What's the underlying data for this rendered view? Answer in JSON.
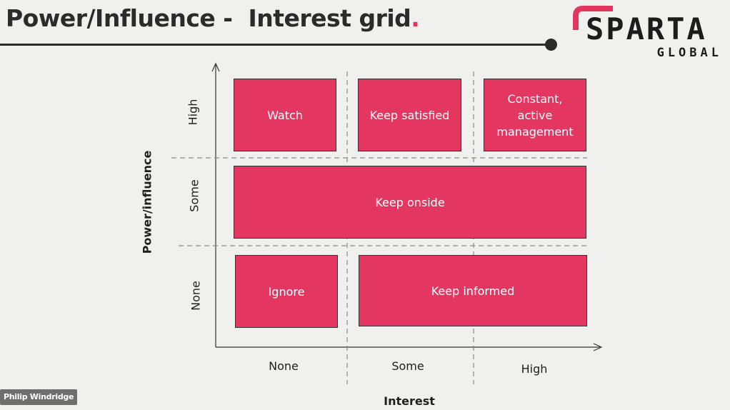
{
  "slide": {
    "title": "Power/Influence -  Interest grid",
    "title_dot": ".",
    "accent_color": "#e2365f"
  },
  "logo": {
    "word": "SPARTA",
    "sub": "GLOBAL",
    "icon": "sparta-arc-mark"
  },
  "grid": {
    "y_axis_label": "Power/influence",
    "x_axis_label": "Interest",
    "y_levels": [
      "High",
      "Some",
      "None"
    ],
    "x_levels": [
      "None",
      "Some",
      "High"
    ],
    "box_color": "#e33762",
    "boxes": {
      "watch": "Watch",
      "keep_satisfied": "Keep satisfied",
      "constant_management": "Constant,\nactive\nmanagement",
      "keep_onside": "Keep onside",
      "ignore": "Ignore",
      "keep_informed": "Keep informed"
    }
  },
  "presenter": {
    "name": "Philip Windridge"
  }
}
